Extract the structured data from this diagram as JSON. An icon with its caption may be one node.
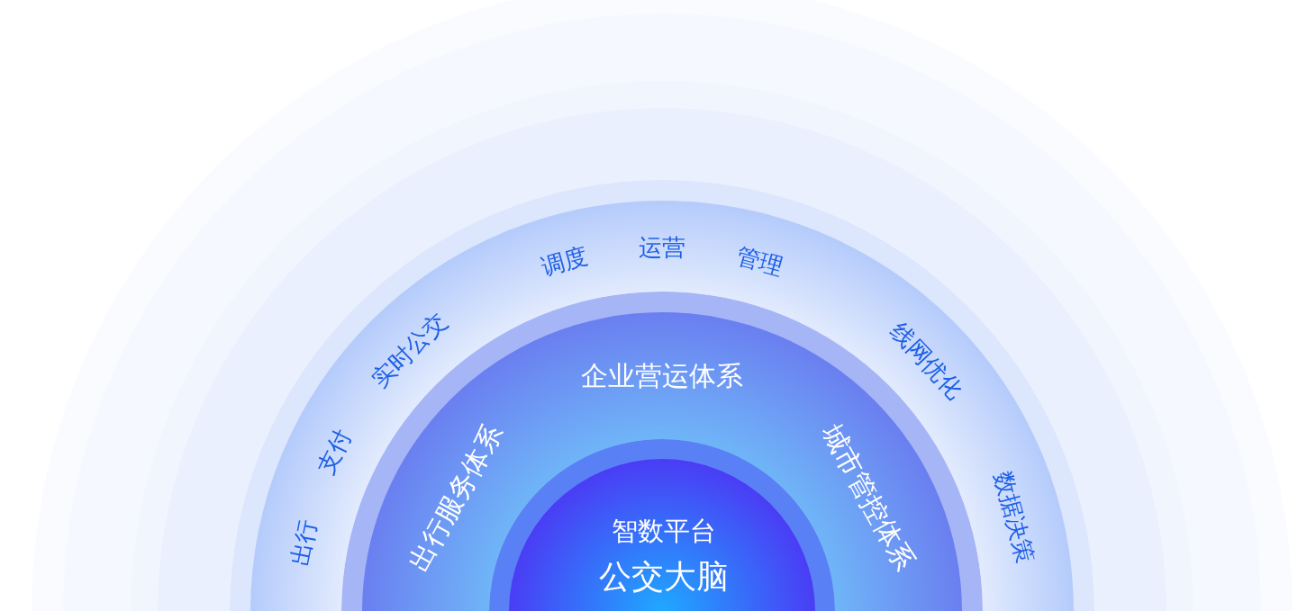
{
  "diagram": {
    "nodes": [
      {
        "text": [
          "出行",
          "支付",
          "实时公交",
          "调度",
          "运营",
          "管理",
          "线网优化",
          "数据决策"
        ]
      },
      {
        "text": [
          "出行服务体系",
          "企业营运体系",
          "城市管控体系"
        ],
        "in": 0
      },
      {
        "text": [
          "智数平台",
          "公交大脑"
        ],
        "in": 1
      }
    ]
  }
}
